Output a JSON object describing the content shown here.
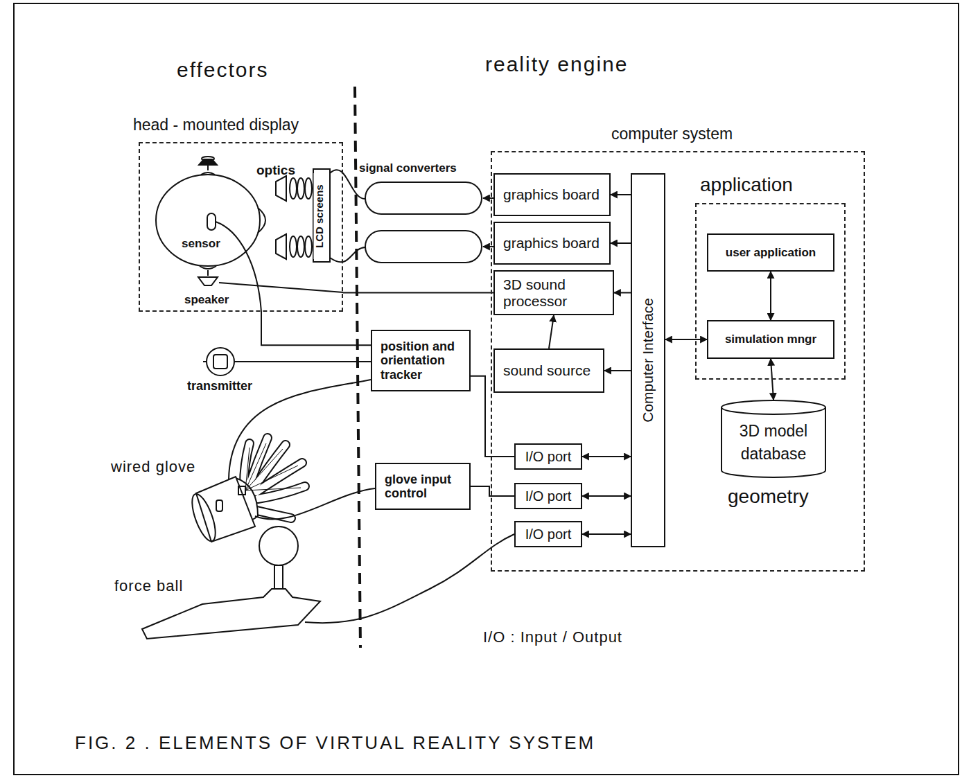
{
  "diagram": {
    "caption": "FIG. 2 . ELEMENTS OF VIRTUAL REALITY SYSTEM",
    "nodes": [
      {
        "text": [
          "head - mounted display"
        ]
      },
      {
        "text": [
          "position and orientation tracker"
        ]
      },
      {
        "text": [
          "glove input control"
        ]
      },
      {
        "text": [
          "computer system"
        ]
      },
      {
        "text": [
          "graphics board"
        ],
        "in": 3
      },
      {
        "text": [
          "graphics board"
        ],
        "in": 3
      },
      {
        "text": [
          "3D sound processor"
        ],
        "in": 3
      },
      {
        "text": [
          "sound source"
        ],
        "in": 3
      },
      {
        "text": [
          "Computer Interface"
        ],
        "in": 3
      },
      {
        "text": [
          "I/O port"
        ],
        "in": 3
      },
      {
        "text": [
          "I/O port"
        ],
        "in": 3
      },
      {
        "text": [
          "I/O port"
        ],
        "in": 3
      },
      {
        "text": [
          "application"
        ],
        "in": 3
      },
      {
        "text": [
          "user application"
        ],
        "in": 12
      },
      {
        "text": [
          "simulation mngr"
        ],
        "in": 12
      },
      {
        "text": [
          "3D model database",
          "geometry"
        ],
        "in": 3
      }
    ],
    "edges": [
      {
        "from": 8,
        "to": 4,
        "arrow": "to"
      },
      {
        "from": 8,
        "to": 5,
        "arrow": "to"
      },
      {
        "from": 8,
        "to": 6,
        "arrow": "to"
      },
      {
        "from": 8,
        "to": 7,
        "arrow": "to"
      },
      {
        "from": 7,
        "to": 6,
        "arrow": "to"
      },
      {
        "from": 6,
        "to": 0,
        "arrow": "none"
      },
      {
        "from": 0,
        "to": 1,
        "arrow": "none"
      },
      {
        "from": 1,
        "to": 9,
        "arrow": "none"
      },
      {
        "from": 2,
        "to": 10,
        "arrow": "none"
      },
      {
        "from": 9,
        "to": 8,
        "arrow": "both"
      },
      {
        "from": 10,
        "to": 8,
        "arrow": "both"
      },
      {
        "from": 11,
        "to": 8,
        "arrow": "both"
      },
      {
        "from": 8,
        "to": 14,
        "arrow": "both"
      },
      {
        "from": 13,
        "to": 14,
        "arrow": "both"
      },
      {
        "from": 14,
        "to": 15,
        "arrow": "both"
      }
    ],
    "labels": [
      "effectors",
      "reality engine",
      "optics",
      "LCD screens",
      "sensor",
      "speaker",
      "signal converters",
      "transmitter",
      "wired glove",
      "force ball",
      "I/O : Input / Output"
    ]
  }
}
